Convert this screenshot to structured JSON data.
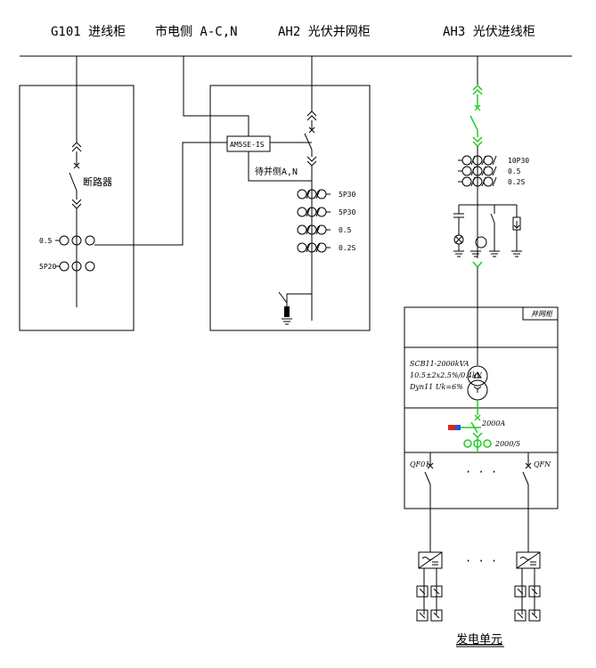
{
  "headers": {
    "g101": "G101 进线柜",
    "mains": "市电侧 A-C,N",
    "ah2": "AH2  光伏并网柜",
    "ah3": "AH3  光伏进线柜"
  },
  "g101": {
    "breaker_label": "断路器",
    "ct_labels": [
      "0.5",
      "5P20"
    ]
  },
  "ah2": {
    "device_label": "AM5SE-IS",
    "device_text": "AM5SE-IS",
    "pending_label": "待并侧A,N",
    "ct_labels": [
      "5P30",
      "5P30",
      "0.5",
      "0.2S"
    ]
  },
  "ah3": {
    "ct_labels": [
      "10P30",
      "0.5",
      "0.2S"
    ]
  },
  "transformer_cabinet": {
    "tag": "并网柜",
    "spec_lines": [
      "SCB11-2000kVA",
      "10.5±2x2.5%/0.4kV",
      "Dyn11 Uk=6%"
    ],
    "breaker_rating": "2000A",
    "ct_ratio": "2000/5",
    "feeder_labels": [
      "QF01",
      "QFN"
    ],
    "ellipsis": "· · ·"
  },
  "footer": {
    "ellipsis": "· · ·",
    "generation_unit": "发电单元"
  },
  "colors": {
    "line": "#000000",
    "green": "#22cc22",
    "red": "#dd2222",
    "blue": "#2255dd"
  }
}
